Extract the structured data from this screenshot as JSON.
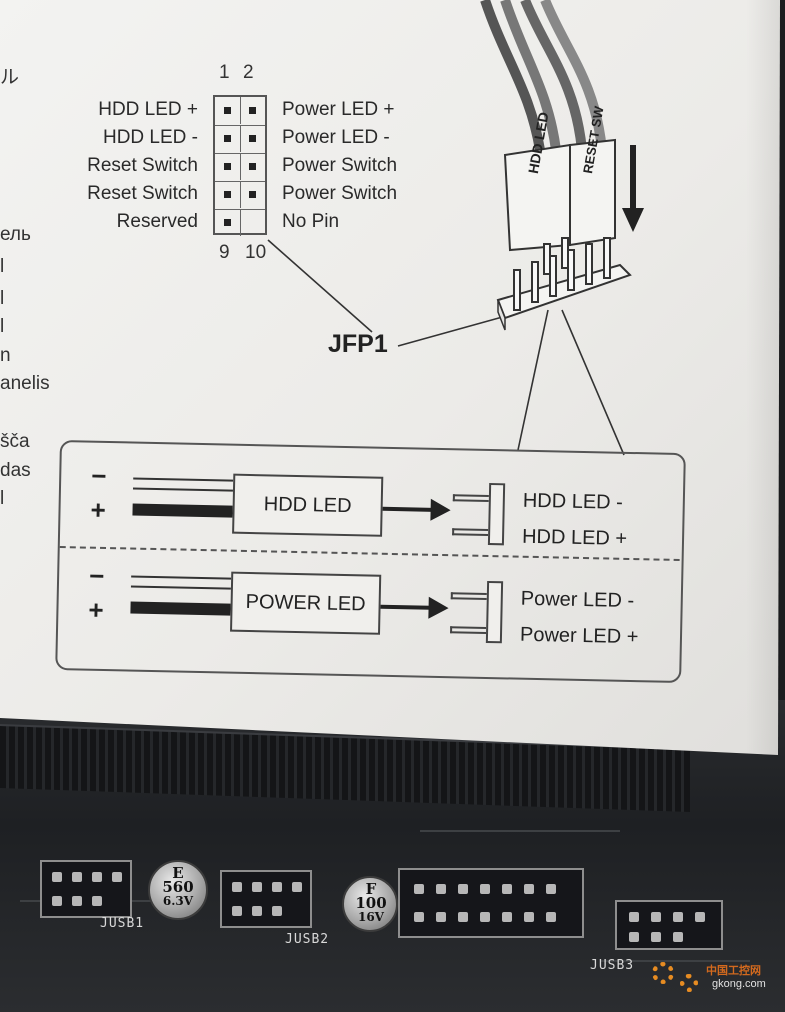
{
  "pin_numbers": {
    "top_left": "1",
    "top_right": "2",
    "bottom_left": "9",
    "bottom_right": "10"
  },
  "left_pins": [
    "HDD LED +",
    "HDD LED -",
    "Reset Switch",
    "Reset Switch",
    "Reserved"
  ],
  "right_pins": [
    "Power LED +",
    "Power LED -",
    "Power Switch",
    "Power Switch",
    "No Pin"
  ],
  "header_label": "JFP1",
  "side_fragments": [
    "ル",
    "ель",
    "l",
    "l",
    "l",
    "n",
    "anelis",
    "šča",
    "das",
    "l"
  ],
  "cable_labels": [
    "HDD LED",
    "RESET SW"
  ],
  "diagram": {
    "hdd": {
      "minus": "−",
      "plus": "+",
      "box": "HDD LED",
      "out_minus": "HDD LED -",
      "out_plus": "HDD LED +"
    },
    "power": {
      "minus": "−",
      "plus": "+",
      "box": "POWER LED",
      "out_minus": "Power LED -",
      "out_plus": "Power LED +"
    }
  },
  "board_labels": [
    "JUSB1",
    "JUSB2",
    "JUSB3"
  ],
  "capacitors": [
    {
      "line1": "E",
      "line2": "560",
      "line3": "6.3V"
    },
    {
      "line1": "F",
      "line2": "100",
      "line3": "16V"
    }
  ],
  "watermark": {
    "brand": "中国工控网",
    "site": "gkong.com"
  },
  "colors": {
    "paper": "#efeeeb",
    "ink": "#2a2a2a",
    "board": "#1e2023",
    "watermark": "#e78c22"
  }
}
